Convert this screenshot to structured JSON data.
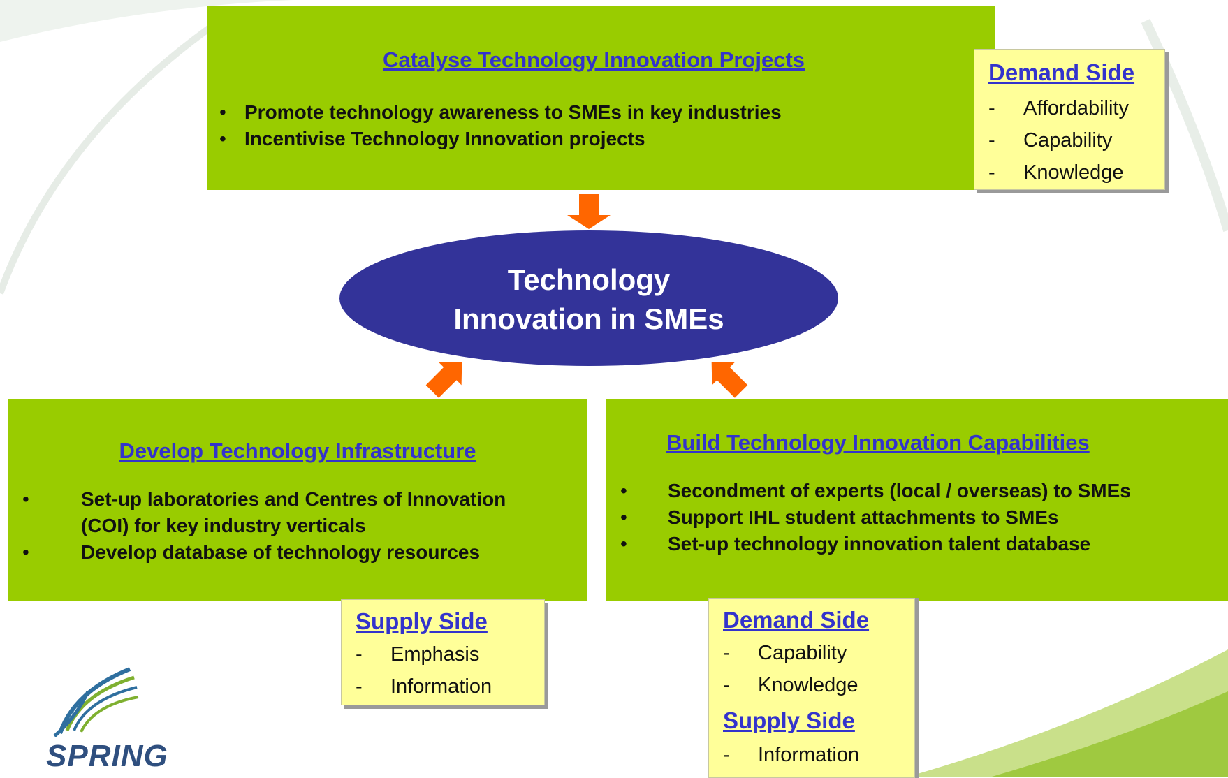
{
  "top_box": {
    "title": "Catalyse Technology Innovation Projects",
    "bullets": [
      "Promote technology awareness to SMEs in key industries",
      "Incentivise Technology Innovation projects"
    ]
  },
  "top_note": {
    "title": "Demand Side",
    "items": [
      "Affordability",
      "Capability",
      "Knowledge"
    ]
  },
  "center": {
    "line1": "Technology",
    "line2": "Innovation in SMEs"
  },
  "left_box": {
    "title": "Develop Technology Infrastructure",
    "bullets": [
      "Set-up laboratories and Centres of Innovation",
      "(COI)  for key industry verticals",
      "Develop database of technology resources"
    ]
  },
  "right_box": {
    "title": "Build Technology Innovation Capabilities",
    "bullets": [
      "Secondment of experts (local / overseas) to SMEs",
      "Support IHL student attachments to SMEs",
      "Set-up technology innovation talent database"
    ]
  },
  "left_note": {
    "title": "Supply Side",
    "items": [
      "Emphasis",
      "Information"
    ]
  },
  "right_note": {
    "title1": "Demand Side",
    "items1": [
      "Capability",
      "Knowledge"
    ],
    "title2": "Supply Side",
    "items2": [
      "Information"
    ]
  },
  "logo": {
    "text": "SPRING"
  },
  "colors": {
    "box_green": "#99cc00",
    "title_blue": "#3333cc",
    "ellipse_navy": "#333399",
    "note_yellow": "#ffff99",
    "arrow_orange": "#ff6600"
  },
  "glyphs": {
    "bullet": "•",
    "dash": "-"
  }
}
